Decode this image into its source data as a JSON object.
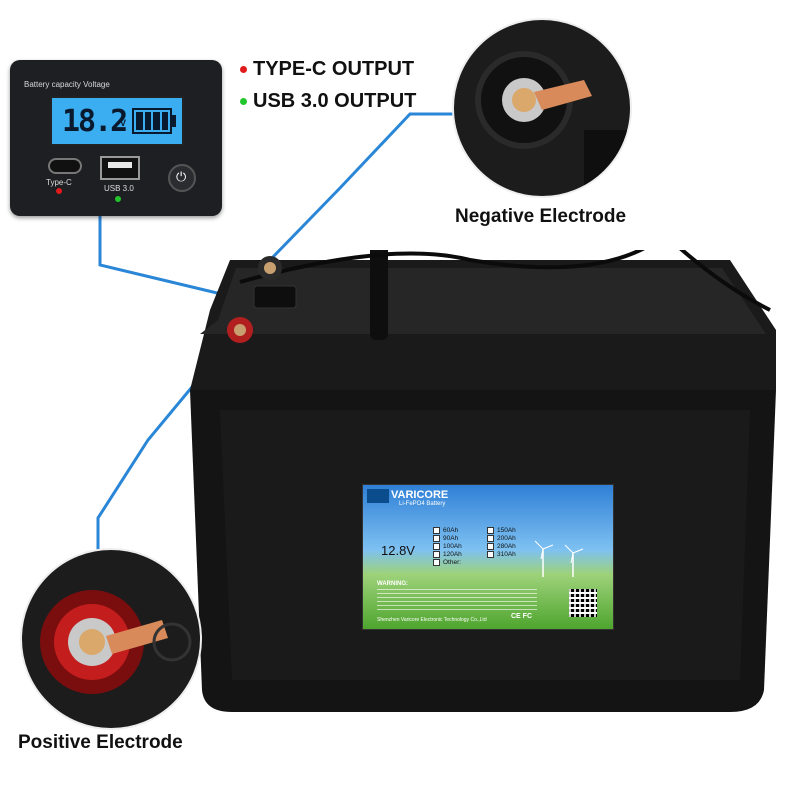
{
  "panel": {
    "caption": "Battery capacity Voltage",
    "voltage": "18.2",
    "unit": "V",
    "port_c_label": "Type-C",
    "port_usb_label": "USB 3.0"
  },
  "legend": {
    "typec_output": "TYPE-C OUTPUT",
    "usb_output": "USB 3.0 OUTPUT",
    "typec_color": "#e11b1b",
    "usb_color": "#22c52b"
  },
  "callouts": {
    "negative": "Negative Electrode",
    "positive": "Positive Electrode"
  },
  "label": {
    "brand": "VARICORE",
    "brand_sub": "Li-FePO4 Battery",
    "voltage": "12.8V",
    "capacities": [
      "60Ah",
      "150Ah",
      "90Ah",
      "200Ah",
      "100Ah",
      "280Ah",
      "120Ah",
      "310Ah",
      "Other:"
    ],
    "warning": "WARNING:",
    "manufacturer": "Shenzhen Varicore Electronic Technology Co.,Ltd",
    "cert_marks": "CE FC"
  },
  "colors": {
    "line": "#2a86d6",
    "battery_body": "#141414"
  }
}
